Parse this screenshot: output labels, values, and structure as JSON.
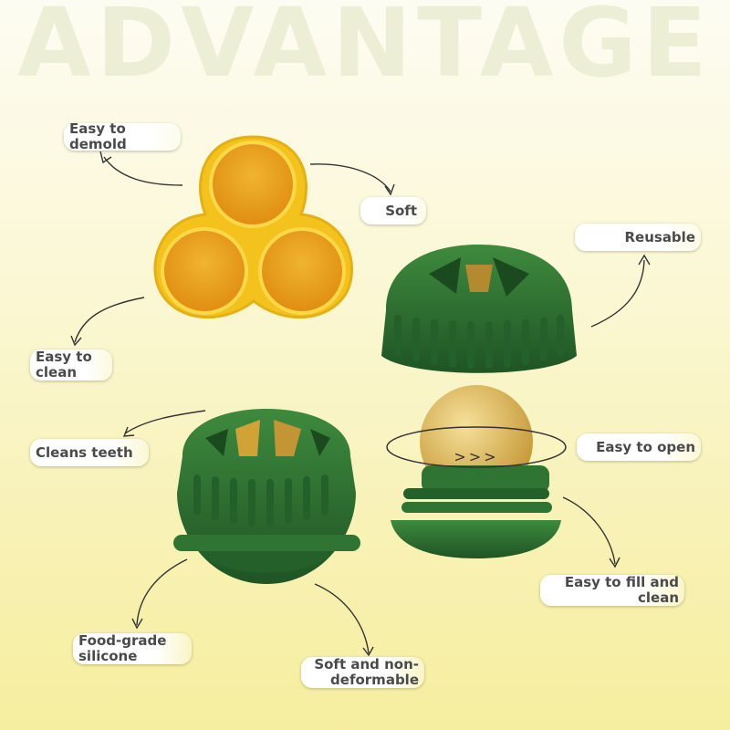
{
  "headline": "ADVANTAGE",
  "colors": {
    "green": "#2d6b2f",
    "yellow": "#f2c21a",
    "background": "#f8f2b8"
  },
  "labels": {
    "easy_to_demold": "Easy to demold",
    "soft": "Soft",
    "reusable": "Reusable",
    "easy_to_clean": "Easy to clean",
    "cleans_teeth": "Cleans teeth",
    "easy_to_open": "Easy to open",
    "easy_to_fill_and_clean": "Easy to fill and clean",
    "food_grade_silicone": "Food-grade silicone",
    "soft_and_non_deformable": "Soft and non-deformable"
  },
  "rotate_chevrons": ">>>"
}
